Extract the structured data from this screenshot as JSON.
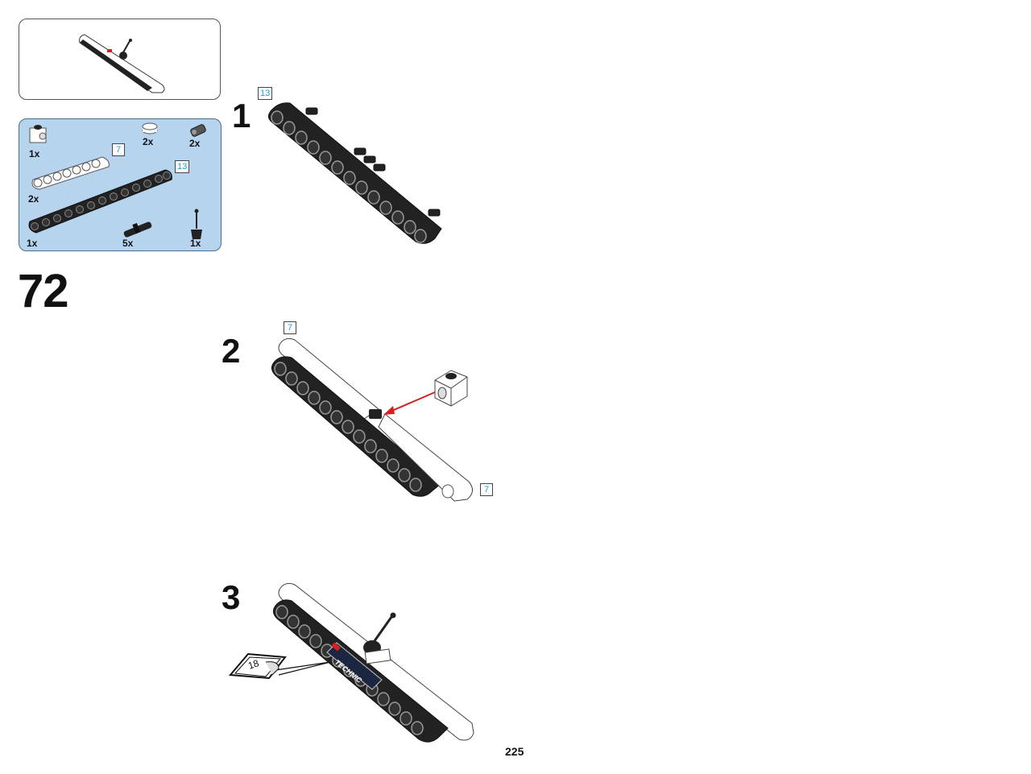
{
  "page_step": "72",
  "page_number": "225",
  "parts_list": [
    {
      "name": "technic-brick-1x1-hole",
      "qty": "1x"
    },
    {
      "name": "round-tile-1x1",
      "qty": "2x"
    },
    {
      "name": "axle-pin-connector",
      "qty": "2x"
    },
    {
      "name": "technic-beam-7",
      "qty": "2x",
      "length": "7"
    },
    {
      "name": "technic-beam-13",
      "qty": "1x",
      "length": "13"
    },
    {
      "name": "technic-pin-long",
      "qty": "5x"
    },
    {
      "name": "joystick-lever",
      "qty": "1x"
    }
  ],
  "substeps": [
    {
      "number": "1",
      "tags": [
        "13"
      ]
    },
    {
      "number": "2",
      "tags": [
        "7",
        "7"
      ]
    },
    {
      "number": "3",
      "sticker": "18",
      "sticker_text": "TECHNIC"
    }
  ],
  "colors": {
    "parts_box_bg": "#b7d4ee",
    "length_tag_text": "#1a9fd6",
    "arrow": "#d42020"
  }
}
